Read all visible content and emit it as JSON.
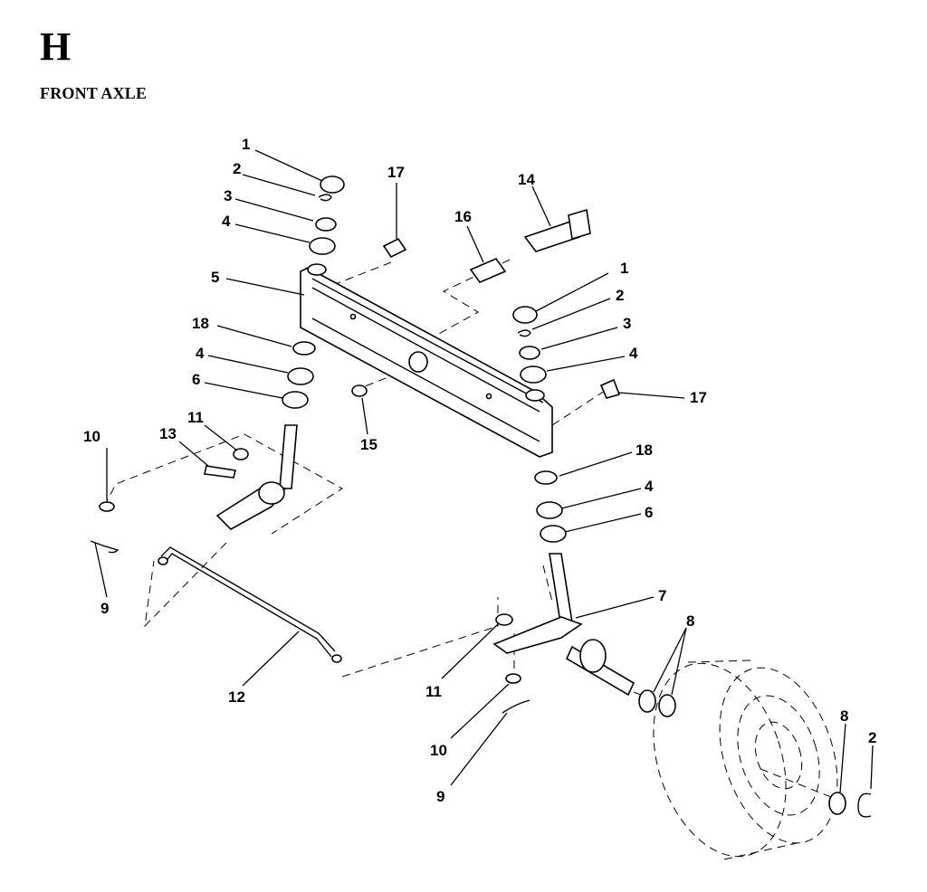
{
  "header": {
    "section_letter": "H",
    "section_title": "FRONT AXLE"
  },
  "callouts": [
    {
      "id": "c1a",
      "text": "1"
    },
    {
      "id": "c2a",
      "text": "2"
    },
    {
      "id": "c3a",
      "text": "3"
    },
    {
      "id": "c4a",
      "text": "4"
    },
    {
      "id": "c5",
      "text": "5"
    },
    {
      "id": "c18a",
      "text": "18"
    },
    {
      "id": "c4b",
      "text": "4"
    },
    {
      "id": "c6a",
      "text": "6"
    },
    {
      "id": "c17a",
      "text": "17"
    },
    {
      "id": "c16",
      "text": "16"
    },
    {
      "id": "c14",
      "text": "14"
    },
    {
      "id": "c1b",
      "text": "1"
    },
    {
      "id": "c2b",
      "text": "2"
    },
    {
      "id": "c3b",
      "text": "3"
    },
    {
      "id": "c4c",
      "text": "4"
    },
    {
      "id": "c17b",
      "text": "17"
    },
    {
      "id": "c15",
      "text": "15"
    },
    {
      "id": "c10a",
      "text": "10"
    },
    {
      "id": "c13",
      "text": "13"
    },
    {
      "id": "c11a",
      "text": "11"
    },
    {
      "id": "c9a",
      "text": "9"
    },
    {
      "id": "c12",
      "text": "12"
    },
    {
      "id": "c18b",
      "text": "18"
    },
    {
      "id": "c4d",
      "text": "4"
    },
    {
      "id": "c6b",
      "text": "6"
    },
    {
      "id": "c7",
      "text": "7"
    },
    {
      "id": "c8a",
      "text": "8"
    },
    {
      "id": "c11b",
      "text": "11"
    },
    {
      "id": "c10b",
      "text": "10"
    },
    {
      "id": "c9b",
      "text": "9"
    },
    {
      "id": "c8b",
      "text": "8"
    },
    {
      "id": "c2c",
      "text": "2"
    }
  ]
}
